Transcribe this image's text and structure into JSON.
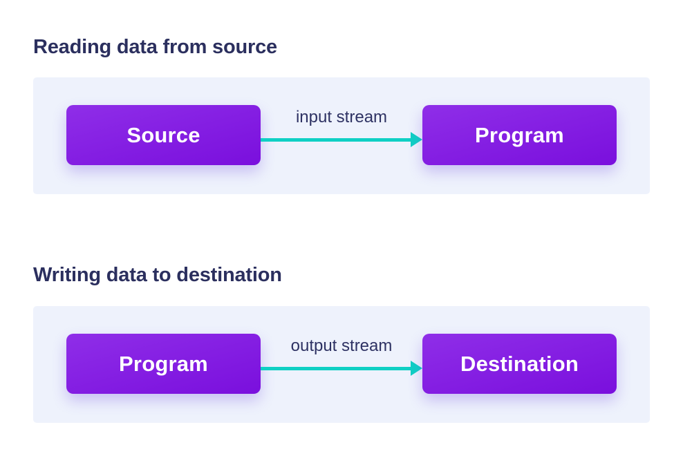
{
  "colors": {
    "heading": "#2b2f5e",
    "label": "#2e3263",
    "panel-bg": "#eef2fc",
    "node-grad-top": "#8f2ee8",
    "node-grad-bottom": "#7a0fdd",
    "node-text": "#ffffff",
    "arrow": "#0fd0c4"
  },
  "sections": [
    {
      "heading": "Reading data from source",
      "from": "Source",
      "arrow_label": "input stream",
      "to": "Program"
    },
    {
      "heading": "Writing data to destination",
      "from": "Program",
      "arrow_label": "output stream",
      "to": "Destination"
    }
  ]
}
